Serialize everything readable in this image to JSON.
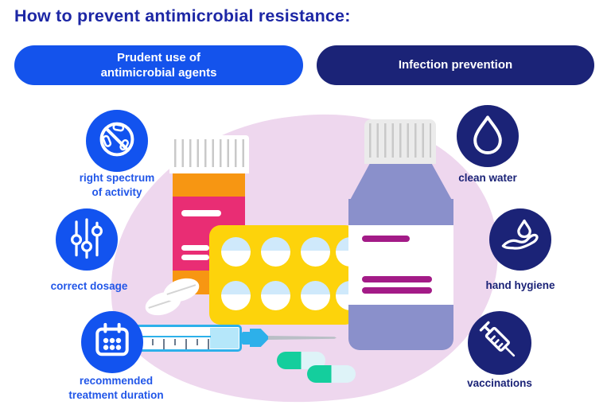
{
  "title": "How to prevent antimicrobial resistance:",
  "buttons": {
    "prudent": {
      "line1": "Prudent use of",
      "line2": "antimicrobial agents"
    },
    "infection": {
      "label": "Infection prevention"
    }
  },
  "left_items": [
    {
      "icon": "no-bacteria-icon",
      "line1": "right spectrum",
      "line2": "of activity"
    },
    {
      "icon": "sliders-icon",
      "line1": "correct dosage",
      "line2": ""
    },
    {
      "icon": "calendar-icon",
      "line1": "recommended",
      "line2": "treatment duration"
    }
  ],
  "right_items": [
    {
      "icon": "water-drop-icon",
      "label": "clean water"
    },
    {
      "icon": "hand-hygiene-icon",
      "label": "hand hygiene"
    },
    {
      "icon": "syringe-icon",
      "label": "vaccinations"
    }
  ],
  "colors": {
    "title_text": "#1d27a5",
    "primary_blue": "#1453ec",
    "navy": "#1b2377",
    "left_label_blue": "#2156e8",
    "blob_pink": "#eed7ee",
    "bottle_orange": "#f79612",
    "bottle_label_pink": "#e92d74",
    "blister_yellow": "#fdd30b",
    "pill_top_blue": "#cfe9fb",
    "syrup_purple": "#8a90cb",
    "label_line_magenta": "#a31b87",
    "syringe_cyan": "#2db0ea",
    "capsule_teal": "#14ce9d"
  }
}
